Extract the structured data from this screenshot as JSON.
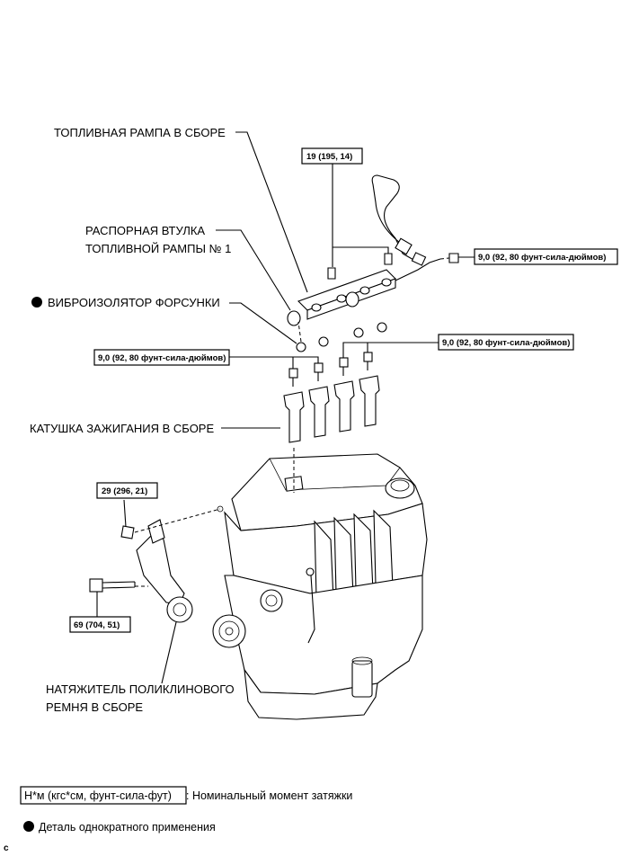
{
  "labels": {
    "fuel_rail": "ТОПЛИВНАЯ РАМПА В СБОРЕ",
    "spacer_line1": "РАСПОРНАЯ ВТУЛКА",
    "spacer_line2": "ТОПЛИВНОЙ РАМПЫ № 1",
    "injector_insulator": "ВИБРОИЗОЛЯТОР ФОРСУНКИ",
    "ignition_coil": "КАТУШКА ЗАЖИГАНИЯ В СБОРЕ",
    "tensioner_line1": "НАТЯЖИТЕЛЬ ПОЛИКЛИНОВОГО",
    "tensioner_line2": "РЕМНЯ В СБОРЕ"
  },
  "torques": {
    "rail_bolts": "19 (195, 14)",
    "pipe_bolt": "9,0 (92, 80 фунт-сила-дюймов)",
    "coil_left": "9,0 (92, 80 фунт-сила-дюймов)",
    "coil_right": "9,0 (92, 80 фунт-сила-дюймов)",
    "tensioner_nut": "29 (296, 21)",
    "tensioner_bolt": "69 (704, 51)"
  },
  "legend": {
    "unit_box": "Н*м (кгс*см, фунт-сила-фут)",
    "unit_desc": ": Номинальный момент затяжки",
    "single_use": "Деталь однократного применения"
  },
  "corner_mark": "c"
}
